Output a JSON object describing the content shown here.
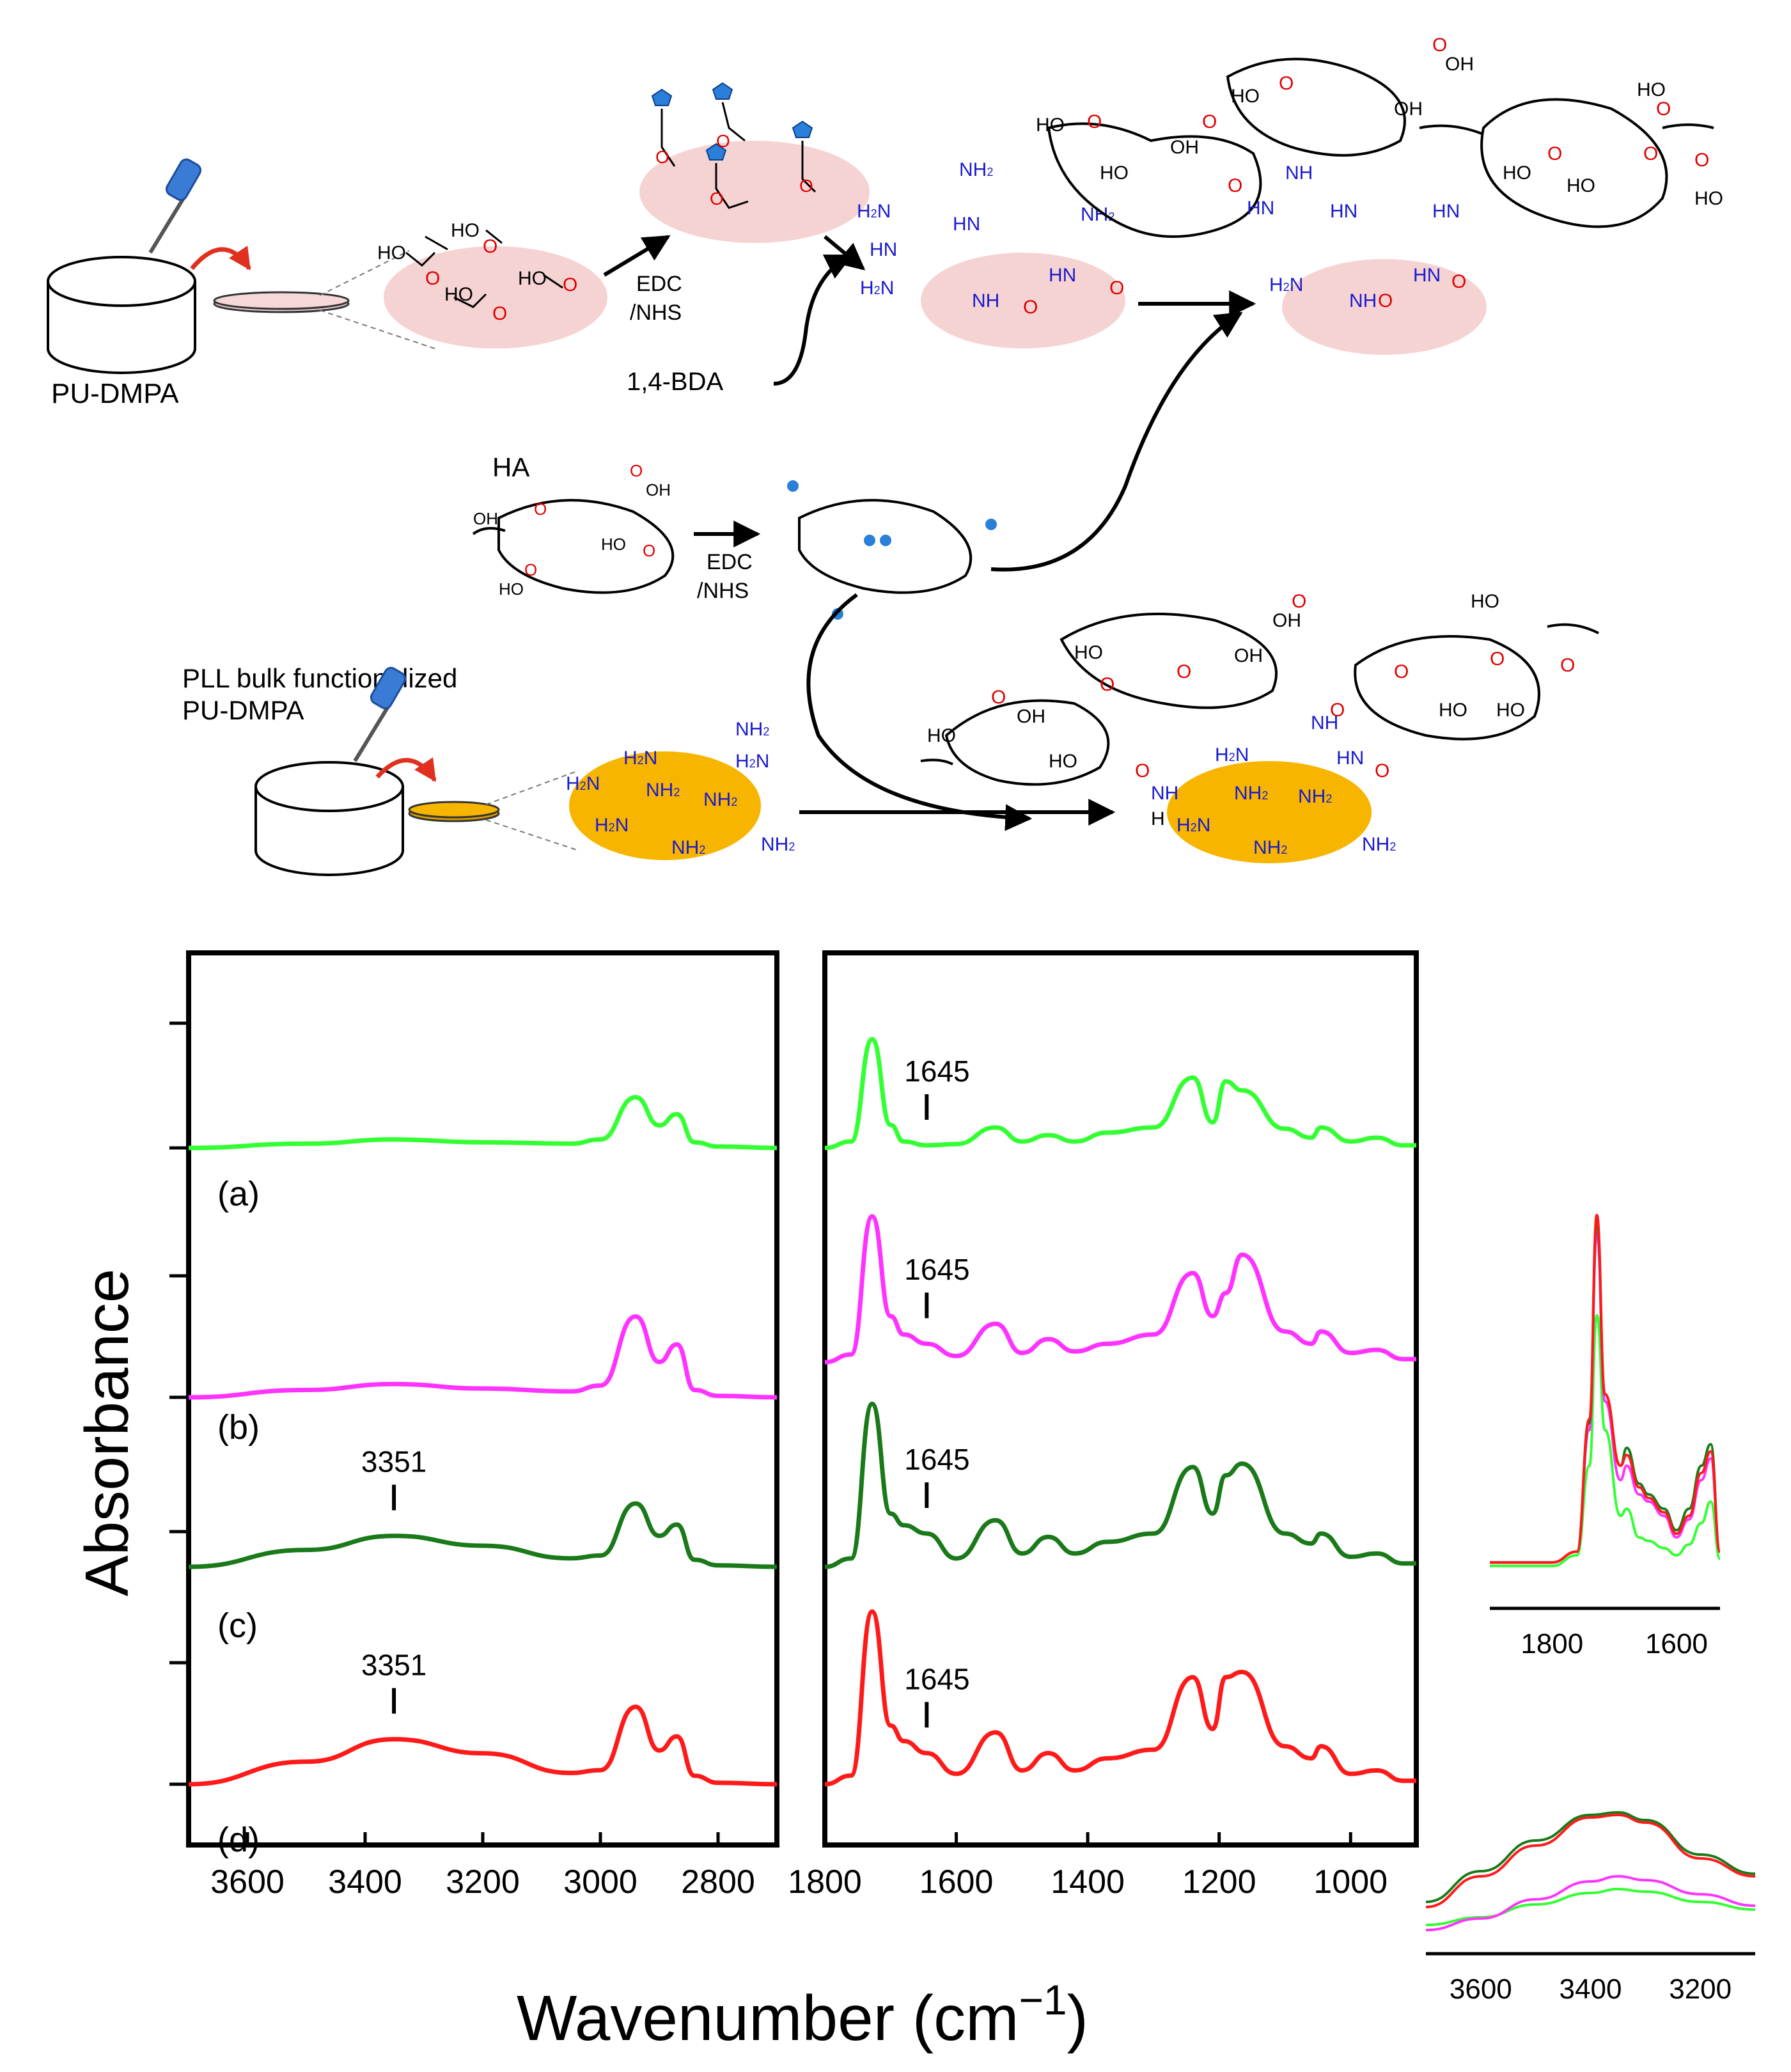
{
  "scheme": {
    "pu_dmpa_label": "PU-DMPA",
    "reagent_edc": "EDC",
    "reagent_nhs": "/NHS",
    "bda_label": "1,4-BDA",
    "ha_label": "HA",
    "pll_label_line1": "PLL bulk functionalized",
    "pll_label_line2": "PU-DMPA",
    "groups": {
      "ho": "HO",
      "oh": "OH",
      "o": "O",
      "nh": "NH",
      "nh2": "NH",
      "h2n": "H",
      "sub2": "2",
      "hn": "HN",
      "h": "H"
    },
    "colors": {
      "pink_substrate": "#f6d3d3",
      "orange_substrate": "#f7b500",
      "oxygen": "#e00000",
      "nitrogen": "#1a1acc",
      "nhs": "#2a7fd8",
      "arrow": "#000000",
      "curve_arrow_red": "#e03020",
      "dropper": "#3a7bd5"
    }
  },
  "chart_data": [
    {
      "type": "line",
      "panel": "high-wavenumber",
      "xlim": [
        3700,
        2700
      ],
      "x_reversed": true,
      "xticks": [
        "3600",
        "3400",
        "3200",
        "3000",
        "2800"
      ],
      "ylabel": "Absorbance",
      "series": [
        {
          "name": "(a)",
          "color": "#33ff33",
          "x": [
            3700,
            3500,
            3351,
            3200,
            3050,
            3000,
            2940,
            2900,
            2870,
            2840,
            2800,
            2700
          ],
          "y": [
            0.0,
            0.03,
            0.06,
            0.04,
            0.03,
            0.06,
            0.36,
            0.16,
            0.24,
            0.04,
            0.01,
            0.0
          ]
        },
        {
          "name": "(b)",
          "color": "#ff33ff",
          "x": [
            3700,
            3500,
            3351,
            3200,
            3050,
            3000,
            2940,
            2900,
            2870,
            2840,
            2800,
            2700
          ],
          "y": [
            0.0,
            0.05,
            0.09,
            0.06,
            0.04,
            0.08,
            0.55,
            0.24,
            0.36,
            0.05,
            0.01,
            0.0
          ]
        },
        {
          "name": "(c)",
          "color": "#1a7a1a",
          "x": [
            3700,
            3500,
            3351,
            3200,
            3050,
            3000,
            2940,
            2900,
            2870,
            2840,
            2800,
            2700
          ],
          "y": [
            0.0,
            0.12,
            0.22,
            0.15,
            0.06,
            0.08,
            0.45,
            0.22,
            0.3,
            0.05,
            0.01,
            0.0
          ]
        },
        {
          "name": "(d)",
          "color": "#ff1a1a",
          "x": [
            3700,
            3500,
            3351,
            3200,
            3050,
            3000,
            2940,
            2900,
            2870,
            2840,
            2800,
            2700
          ],
          "y": [
            0.0,
            0.16,
            0.32,
            0.22,
            0.08,
            0.1,
            0.55,
            0.24,
            0.34,
            0.06,
            0.01,
            0.0
          ]
        }
      ],
      "annotations": [
        {
          "text": "3351",
          "x": 3351,
          "series": "(c)"
        },
        {
          "text": "3351",
          "x": 3351,
          "series": "(d)"
        }
      ]
    },
    {
      "type": "line",
      "panel": "fingerprint",
      "xlim": [
        1800,
        900
      ],
      "x_reversed": true,
      "xticks": [
        "1800",
        "1600",
        "1400",
        "1200",
        "1000"
      ],
      "xlabel": "Wavenumber (cm",
      "xlabel_sup": "−1",
      "xlabel_close": ")",
      "series": [
        {
          "name": "(a)",
          "color": "#33ff33",
          "x": [
            1800,
            1760,
            1728,
            1700,
            1680,
            1645,
            1600,
            1540,
            1500,
            1460,
            1420,
            1370,
            1300,
            1240,
            1210,
            1190,
            1165,
            1100,
            1060,
            1045,
            1000,
            960,
            920,
            900
          ],
          "y": [
            0.0,
            0.05,
            0.85,
            0.18,
            0.05,
            0.02,
            0.03,
            0.16,
            0.05,
            0.1,
            0.05,
            0.12,
            0.16,
            0.55,
            0.2,
            0.52,
            0.45,
            0.15,
            0.08,
            0.16,
            0.05,
            0.08,
            0.02,
            0.02
          ]
        },
        {
          "name": "(b)",
          "color": "#ff33ff",
          "x": [
            1800,
            1760,
            1728,
            1700,
            1680,
            1645,
            1600,
            1540,
            1500,
            1460,
            1420,
            1370,
            1300,
            1240,
            1210,
            1190,
            1165,
            1100,
            1060,
            1045,
            1000,
            960,
            920,
            900
          ],
          "y": [
            0.0,
            0.05,
            0.95,
            0.3,
            0.18,
            0.12,
            0.04,
            0.25,
            0.06,
            0.15,
            0.07,
            0.12,
            0.18,
            0.58,
            0.3,
            0.45,
            0.7,
            0.2,
            0.12,
            0.2,
            0.06,
            0.08,
            0.02,
            0.02
          ]
        },
        {
          "name": "(c)",
          "color": "#1a7a1a",
          "x": [
            1800,
            1760,
            1728,
            1700,
            1680,
            1645,
            1600,
            1540,
            1500,
            1460,
            1420,
            1370,
            1300,
            1240,
            1210,
            1190,
            1165,
            1100,
            1060,
            1045,
            1000,
            960,
            920,
            900
          ],
          "y": [
            0.0,
            0.05,
            0.98,
            0.32,
            0.25,
            0.2,
            0.05,
            0.28,
            0.08,
            0.18,
            0.08,
            0.15,
            0.2,
            0.6,
            0.32,
            0.55,
            0.62,
            0.2,
            0.14,
            0.2,
            0.06,
            0.08,
            0.02,
            0.02
          ]
        },
        {
          "name": "(d)",
          "color": "#ff1a1a",
          "x": [
            1800,
            1760,
            1728,
            1700,
            1680,
            1645,
            1600,
            1540,
            1500,
            1460,
            1420,
            1370,
            1300,
            1240,
            1210,
            1190,
            1165,
            1100,
            1060,
            1045,
            1000,
            960,
            920,
            900
          ],
          "y": [
            0.0,
            0.05,
            1.0,
            0.34,
            0.25,
            0.18,
            0.06,
            0.3,
            0.08,
            0.18,
            0.08,
            0.15,
            0.2,
            0.62,
            0.32,
            0.62,
            0.65,
            0.22,
            0.15,
            0.22,
            0.06,
            0.08,
            0.02,
            0.02
          ]
        }
      ],
      "annotations": [
        {
          "text": "1645",
          "x": 1645,
          "series": "(a)"
        },
        {
          "text": "1645",
          "x": 1645,
          "series": "(b)"
        },
        {
          "text": "1645",
          "x": 1645,
          "series": "(c)"
        },
        {
          "text": "1645",
          "x": 1645,
          "series": "(d)"
        }
      ],
      "series_labels": [
        "(a)",
        "(b)",
        "(c)",
        "(d)"
      ]
    },
    {
      "type": "line",
      "panel": "inset-carbonyl",
      "xlim": [
        1900,
        1530
      ],
      "x_reversed": true,
      "xticks": [
        "1800",
        "1600"
      ],
      "series": [
        {
          "name": "(a)",
          "color": "#33ff33",
          "x": [
            1900,
            1800,
            1760,
            1740,
            1728,
            1715,
            1690,
            1680,
            1660,
            1645,
            1620,
            1600,
            1580,
            1560,
            1545,
            1530
          ],
          "y": [
            0.02,
            0.02,
            0.05,
            0.3,
            0.72,
            0.4,
            0.16,
            0.18,
            0.1,
            0.09,
            0.07,
            0.05,
            0.08,
            0.14,
            0.2,
            0.04
          ]
        },
        {
          "name": "(b)",
          "color": "#ff33ff",
          "x": [
            1900,
            1800,
            1760,
            1740,
            1728,
            1715,
            1690,
            1680,
            1660,
            1645,
            1620,
            1600,
            1580,
            1560,
            1545,
            1530
          ],
          "y": [
            0.03,
            0.03,
            0.06,
            0.4,
            0.95,
            0.48,
            0.26,
            0.3,
            0.22,
            0.2,
            0.16,
            0.1,
            0.15,
            0.26,
            0.32,
            0.06
          ]
        },
        {
          "name": "(c)",
          "color": "#1a7a1a",
          "x": [
            1900,
            1800,
            1760,
            1740,
            1728,
            1715,
            1690,
            1680,
            1660,
            1645,
            1620,
            1600,
            1580,
            1560,
            1545,
            1530
          ],
          "y": [
            0.03,
            0.03,
            0.06,
            0.42,
            0.98,
            0.5,
            0.3,
            0.35,
            0.25,
            0.22,
            0.18,
            0.12,
            0.18,
            0.3,
            0.36,
            0.06
          ]
        },
        {
          "name": "(d)",
          "color": "#ff1a1a",
          "x": [
            1900,
            1800,
            1760,
            1740,
            1728,
            1715,
            1690,
            1680,
            1660,
            1645,
            1620,
            1600,
            1580,
            1560,
            1545,
            1530
          ],
          "y": [
            0.03,
            0.03,
            0.06,
            0.43,
            1.0,
            0.5,
            0.3,
            0.33,
            0.24,
            0.21,
            0.17,
            0.11,
            0.16,
            0.28,
            0.34,
            0.06
          ]
        }
      ]
    },
    {
      "type": "line",
      "panel": "inset-NH",
      "xlim": [
        3700,
        3100
      ],
      "x_reversed": true,
      "xticks": [
        "3600",
        "3400",
        "3200"
      ],
      "series": [
        {
          "name": "(a)",
          "color": "#33ff33",
          "x": [
            3700,
            3600,
            3500,
            3400,
            3350,
            3300,
            3200,
            3100
          ],
          "y": [
            0.0,
            0.06,
            0.16,
            0.25,
            0.28,
            0.26,
            0.18,
            0.12
          ]
        },
        {
          "name": "(b)",
          "color": "#ff33ff",
          "x": [
            3700,
            3600,
            3500,
            3400,
            3350,
            3300,
            3200,
            3100
          ],
          "y": [
            -0.04,
            0.05,
            0.2,
            0.34,
            0.38,
            0.35,
            0.24,
            0.15
          ]
        },
        {
          "name": "(c)",
          "color": "#1a7a1a",
          "x": [
            3700,
            3600,
            3500,
            3400,
            3350,
            3300,
            3200,
            3100
          ],
          "y": [
            0.18,
            0.42,
            0.66,
            0.86,
            0.88,
            0.82,
            0.55,
            0.4
          ]
        },
        {
          "name": "(d)",
          "color": "#ff1a1a",
          "x": [
            3700,
            3600,
            3500,
            3400,
            3350,
            3300,
            3200,
            3100
          ],
          "y": [
            0.14,
            0.38,
            0.62,
            0.84,
            0.86,
            0.8,
            0.52,
            0.38
          ]
        }
      ]
    }
  ]
}
